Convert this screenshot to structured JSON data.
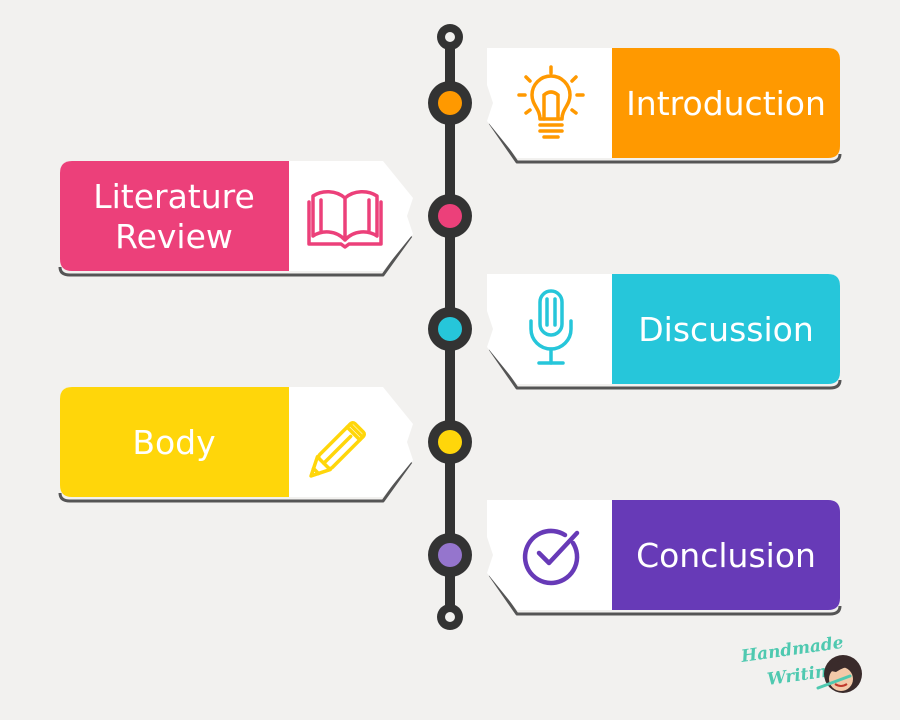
{
  "timeline": {
    "items": [
      {
        "label_lines": [
          "Introduction"
        ],
        "side": "right",
        "color": "#ff9900",
        "dot_color": "#ff9900",
        "icon": "lightbulb-icon"
      },
      {
        "label_lines": [
          "Literature",
          "Review"
        ],
        "side": "left",
        "color": "#ec407a",
        "dot_color": "#ec407a",
        "icon": "open-book-icon"
      },
      {
        "label_lines": [
          "Discussion"
        ],
        "side": "right",
        "color": "#26c6da",
        "dot_color": "#26c6da",
        "icon": "microphone-icon"
      },
      {
        "label_lines": [
          "Body"
        ],
        "side": "left",
        "color": "#ffd60a",
        "dot_color": "#ffd60a",
        "icon": "pencil-icon"
      },
      {
        "label_lines": [
          "Conclusion"
        ],
        "side": "right",
        "color": "#673ab7",
        "dot_color": "#9575cd",
        "icon": "check-circle-icon"
      }
    ],
    "line_color": "#333333"
  },
  "brand": {
    "line1": "Handmade",
    "line2": "Writing",
    "color": "#4fc9b0"
  }
}
